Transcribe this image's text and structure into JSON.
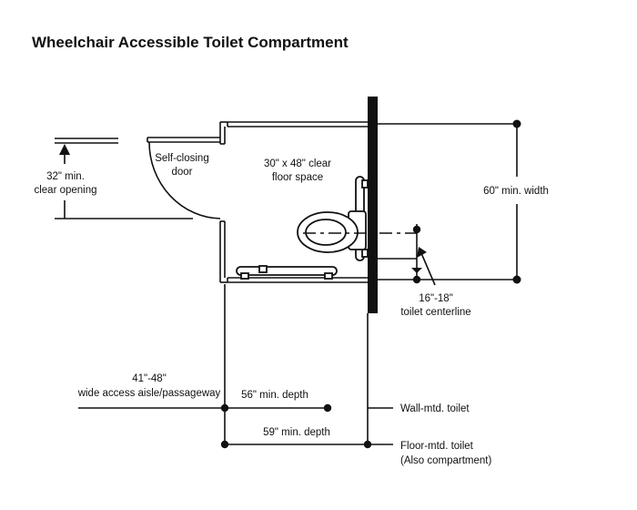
{
  "title": "Wheelchair Accessible Toilet Compartment",
  "labels": {
    "clear_opening": [
      "32\" min.",
      "clear opening"
    ],
    "door": [
      "Self-closing",
      "door"
    ],
    "floor_space": [
      "30\" x 48\" clear",
      "floor space"
    ],
    "min_width": "60\" min. width",
    "centerline": [
      "16\"-18\"",
      "toilet centerline"
    ],
    "aisle": [
      "41\"-48\"",
      "wide access aisle/passageway"
    ],
    "depth_56": "56\" min. depth",
    "depth_59": "59\" min. depth",
    "wall_toilet": "Wall-mtd. toilet",
    "floor_toilet": [
      "Floor-mtd. toilet",
      "(Also compartment)"
    ]
  }
}
